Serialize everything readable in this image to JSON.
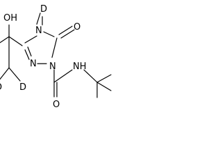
{
  "molecule": {
    "atoms": {
      "hydroxyl": "OH",
      "ring_n4": "N",
      "ring_n4_deuterium": "D",
      "carbonyl_ring_o": "O",
      "ring_n2": "N",
      "ring_n1": "N",
      "amide_nh": "NH",
      "amide_o": "O",
      "deuterium_left": "D",
      "deuterium_right": "D"
    }
  }
}
